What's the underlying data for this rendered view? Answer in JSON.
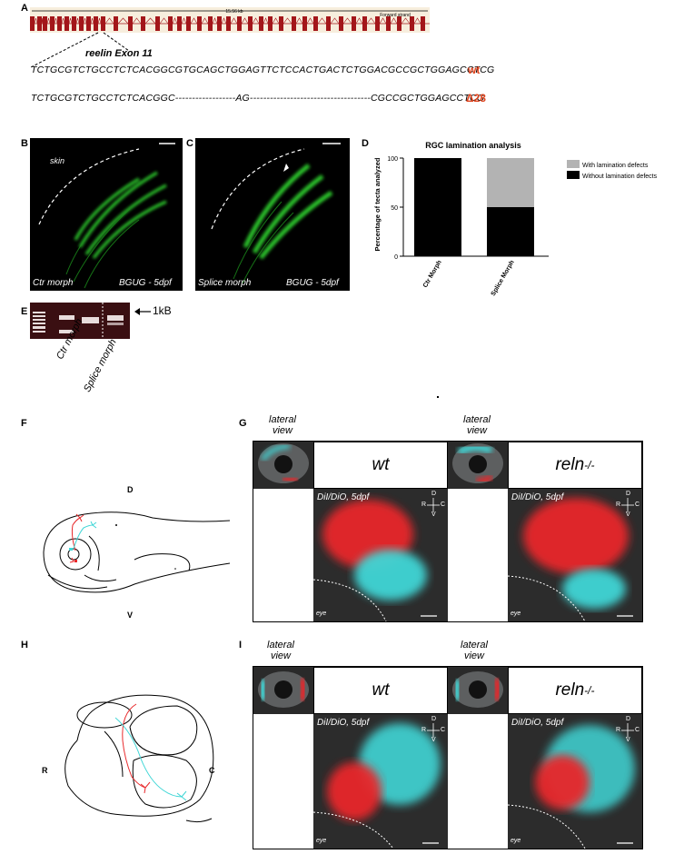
{
  "panels": {
    "A": "A",
    "B": "B",
    "C": "C",
    "D": "D",
    "E": "E",
    "F": "F",
    "G": "G",
    "H": "H",
    "I": "I"
  },
  "panelA": {
    "scale_label": "15.56 kb",
    "strand_label": "Forward strand",
    "exon_title": "reelin Exon 11",
    "seq_wt": "TCTGCGTCTGCCTCTCACGGCGTGCAGCTGGAGTTCTCCACTGACTCTGGACGCCGCTGGAGCCTCG",
    "seq_wt_tag": "wt",
    "seq_del_a": "TCTGCGTCTGCCTCTCACGGC",
    "seq_del_dash1": "------------------",
    "seq_del_ag": "AG",
    "seq_del_dash2": "------------------------------------",
    "seq_del_b": "CGCCGCTGGAGCCTCG",
    "seq_del_tag": "Δ28",
    "tag_color": "#e0431d"
  },
  "panelB": {
    "skin": "skin",
    "left": "Ctr morph",
    "right": "BGUG - 5dpf"
  },
  "panelC": {
    "left": "Splice morph",
    "right": "BGUG - 5dpf"
  },
  "panelE": {
    "label_1kb": "1kB",
    "lane1": "Ctr morph",
    "lane2": "Splice morph"
  },
  "panelF": {
    "d": "D",
    "v": "V"
  },
  "panelH": {
    "r": "R",
    "c": "C"
  },
  "imaging": {
    "lateral": "lateral",
    "view": "view",
    "wt": "wt",
    "reln": "reln",
    "reln_sup": "-/-",
    "dye": "DiI/DiO, 5dpf",
    "eye": "eye",
    "axis_d": "D",
    "axis_v": "V",
    "axis_r": "R",
    "axis_c": "C"
  },
  "colors": {
    "red": "#e8282a",
    "cyan": "#3fd6d6",
    "green": "#2fd02f",
    "exon": "#a3161a"
  },
  "chart_data": {
    "type": "bar",
    "title": "RGC lamination analysis",
    "ylabel": "Percentage of tecta analyzed",
    "xlabel": "",
    "categories": [
      "Ctr Morph",
      "Splice Morph"
    ],
    "series": [
      {
        "name": "Without lamination defects",
        "values": [
          100,
          50
        ],
        "color": "#000000"
      },
      {
        "name": "With lamination defects",
        "values": [
          0,
          50
        ],
        "color": "#b3b3b3"
      }
    ],
    "yticks": [
      "0",
      "50",
      "100"
    ],
    "ylim": [
      0,
      100
    ],
    "stacked": true,
    "legend": "right"
  }
}
